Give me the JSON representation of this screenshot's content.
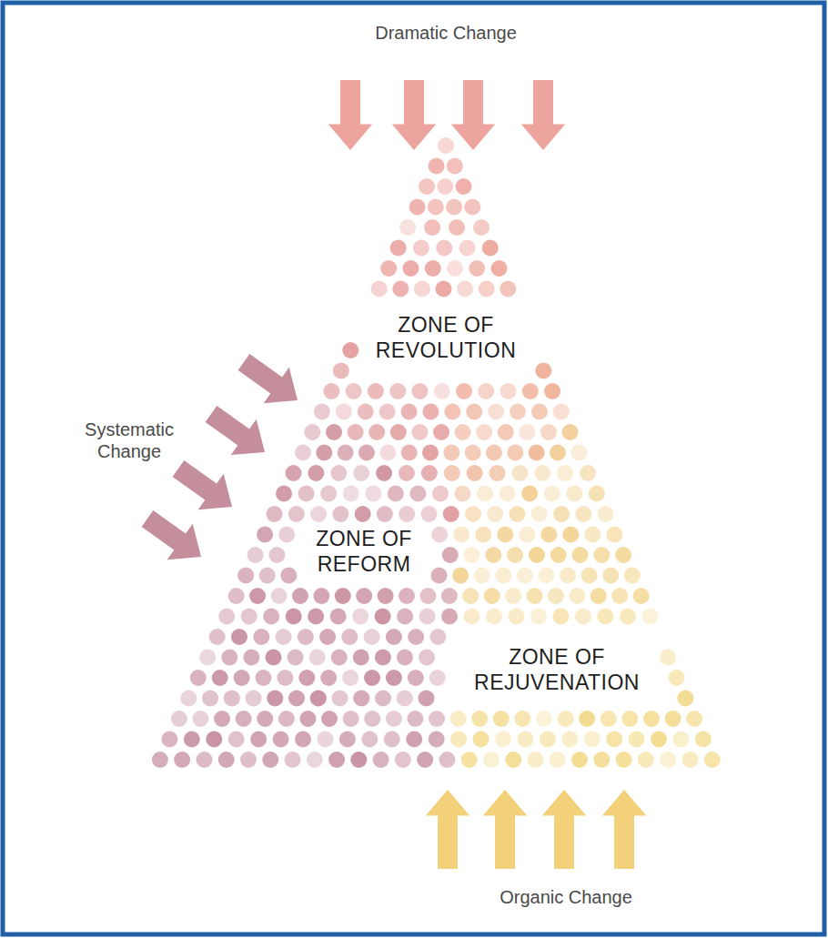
{
  "diagram": {
    "labels": [
      "Dramatic Change",
      "ZONE OF REVOLUTION",
      "Systematic Change",
      "ZONE OF REFORM",
      "ZONE OF REJUVENATION",
      "Organic Change"
    ]
  }
}
